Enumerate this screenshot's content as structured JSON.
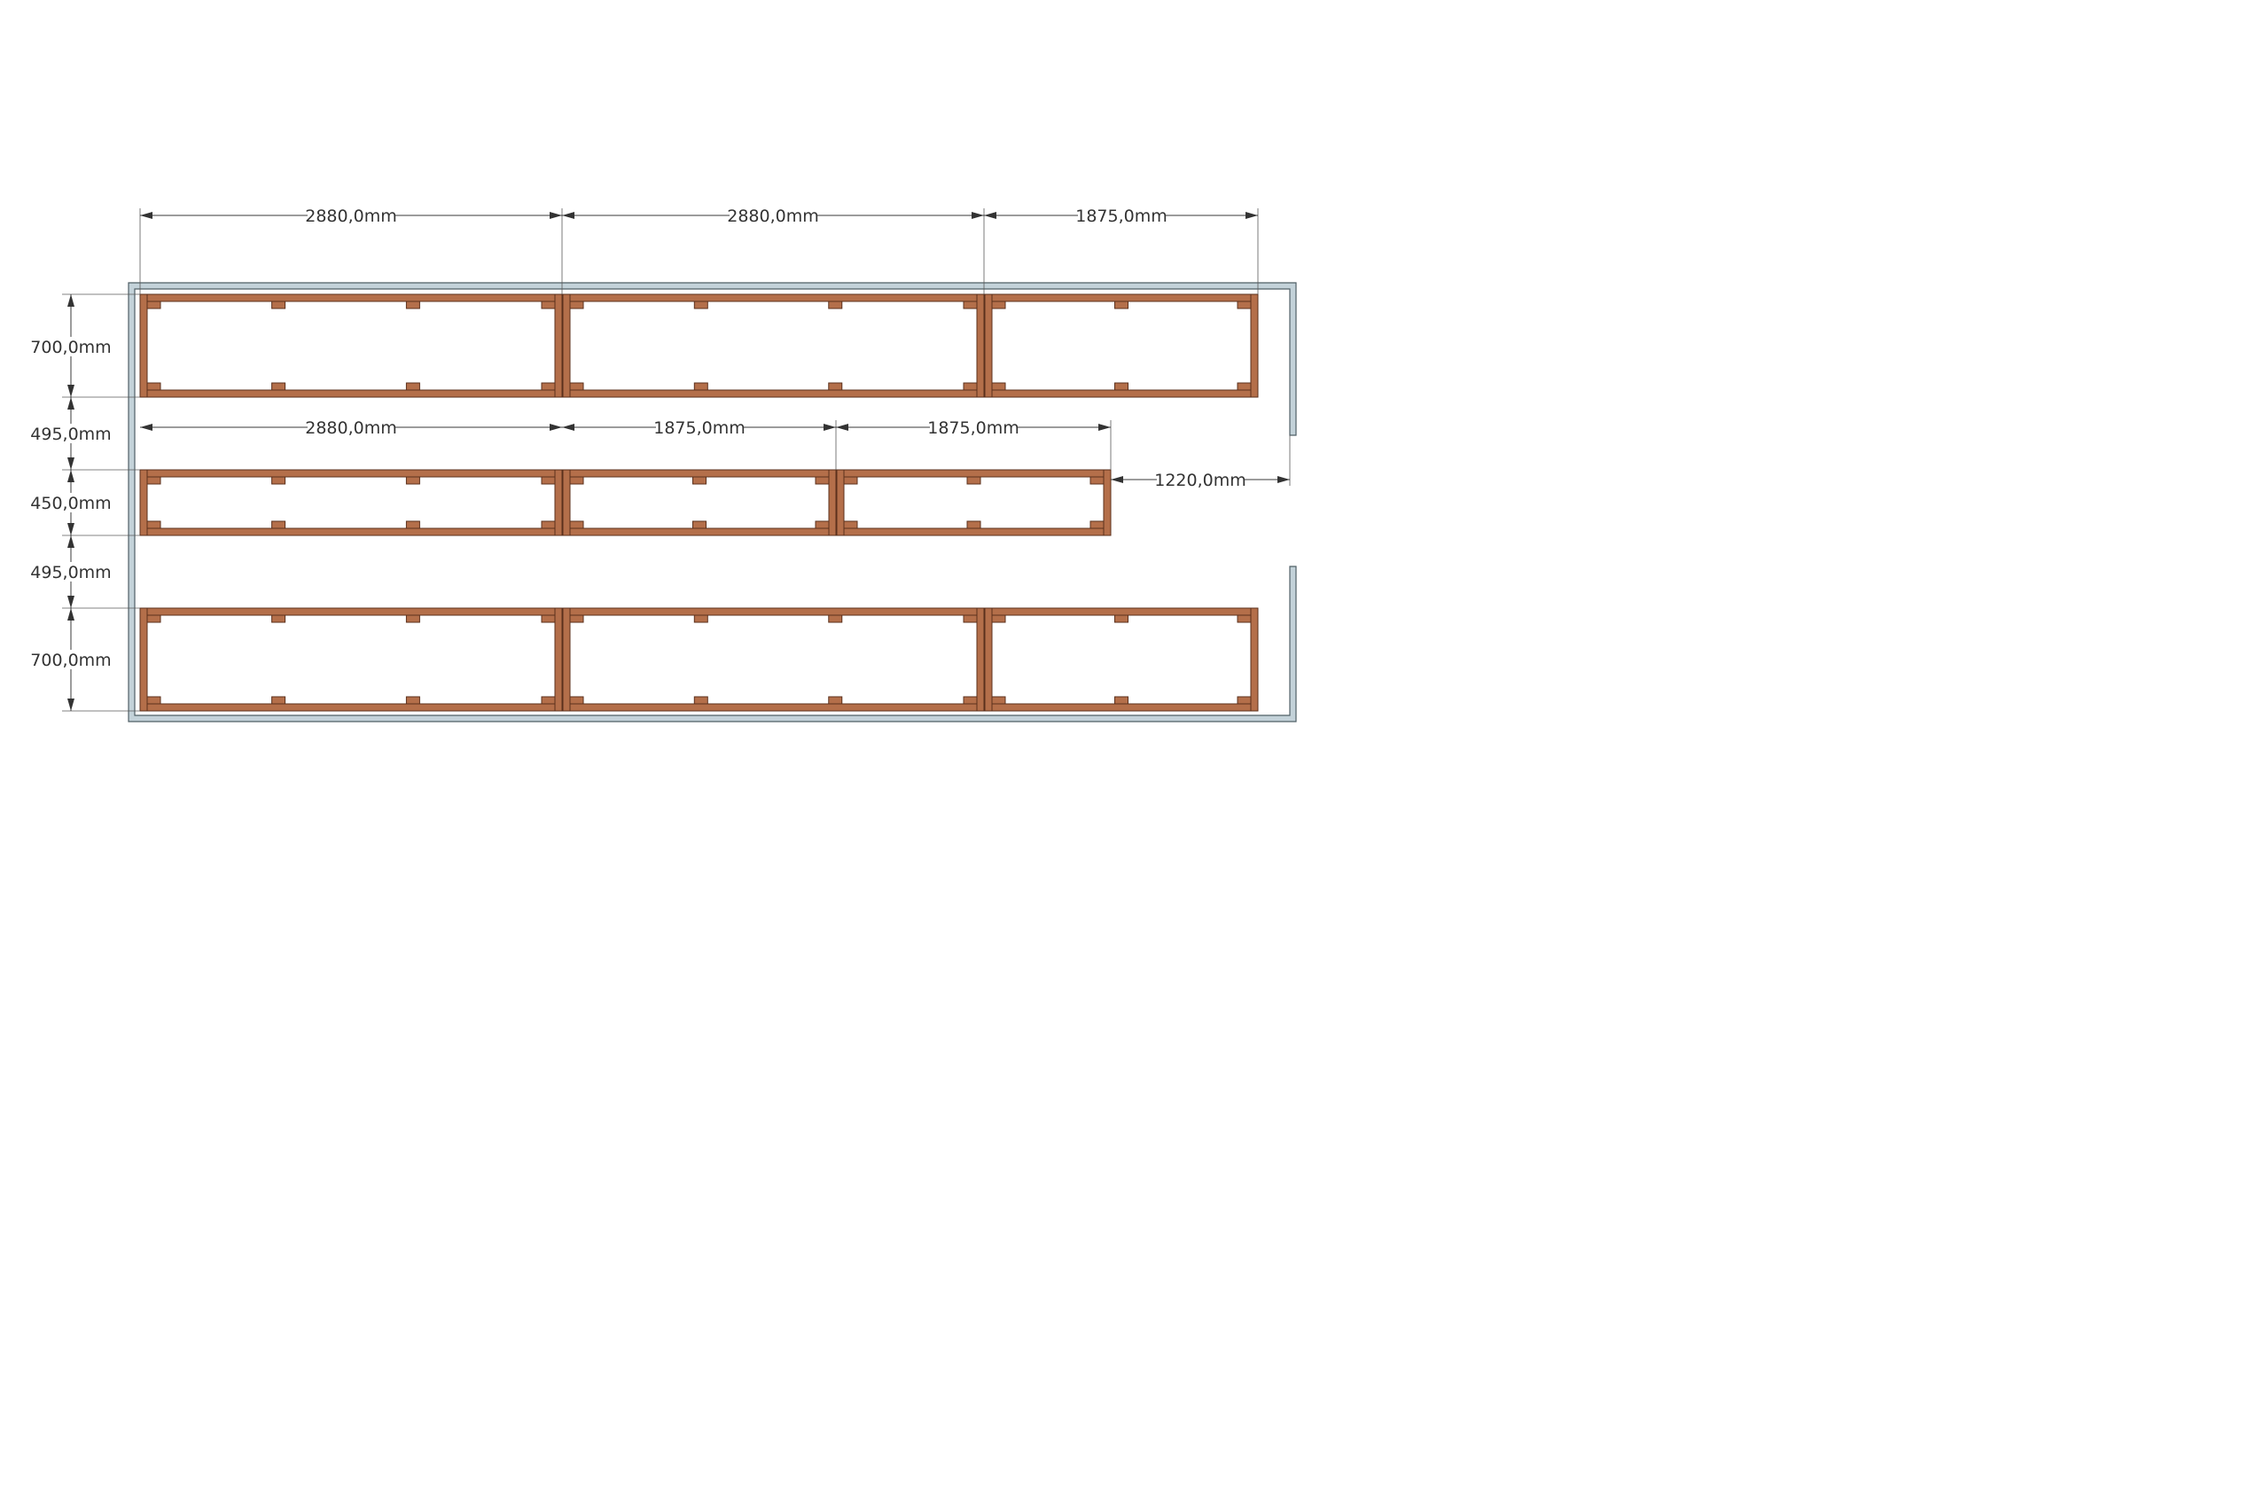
{
  "diagram": {
    "top_dimensions": [
      "2880,0mm",
      "2880,0mm",
      "1875,0mm"
    ],
    "middle_dimensions": [
      "2880,0mm",
      "1875,0mm",
      "1875,0mm"
    ],
    "right_gap": "1220,0mm",
    "left_dimensions": [
      "700,0mm",
      "495,0mm",
      "450,0mm",
      "495,0mm",
      "700,0mm"
    ]
  }
}
